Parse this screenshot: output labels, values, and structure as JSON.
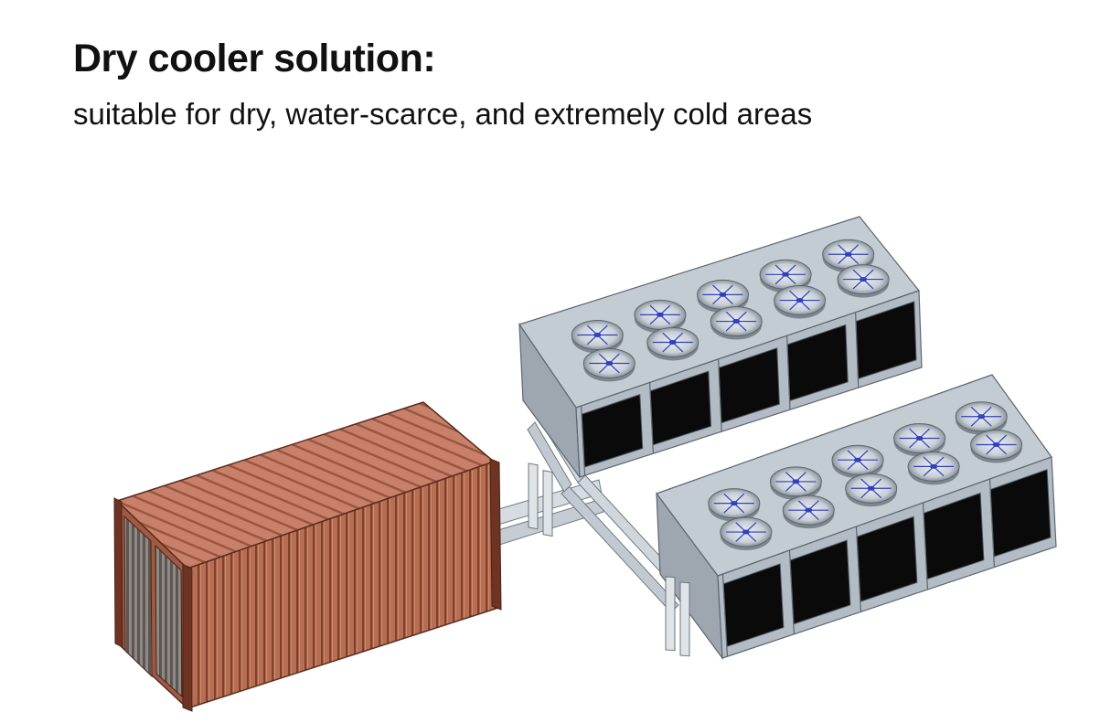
{
  "slide": {
    "title": "Dry cooler solution:",
    "subtitle": "suitable for dry, water-scarce, and extremely cold areas"
  },
  "illustration": {
    "container": {
      "color": "#b86d52",
      "rib_color": "#7a3e2a"
    },
    "dry_coolers": {
      "count": 2,
      "fans_per_unit": 10,
      "frame_color": "#b7c0c8",
      "fan_hub_color": "#3040c0"
    },
    "piping_color": "#d6dce2"
  }
}
